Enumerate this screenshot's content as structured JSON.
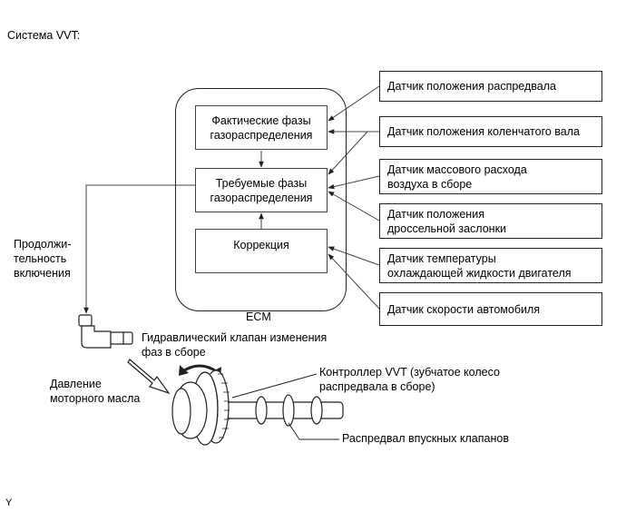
{
  "title": "Система VVT:",
  "ecm": {
    "label": "ECM",
    "actual": "Фактические фазы\nгазораспределения",
    "target": "Требуемые фазы\nгазораспределения",
    "correction": "Коррекция"
  },
  "sensors": [
    "Датчик положения распредвала",
    "Датчик положения коленчатого вала",
    "Датчик массового расхода\nвоздуха в сборе",
    "Датчик положения\nдроссельной заслонки",
    "Датчик температуры\nохлаждающей жидкости двигателя",
    "Датчик скорости автомобиля"
  ],
  "labels": {
    "duty": "Продолжи-\nтельность\nвключения",
    "ocv": "Гидравлический клапан изменения\nфаз в сборе",
    "oil": "Давление\nмоторного масла",
    "controller": "Контроллер VVT (зубчатое колесо\nраспредвала в сборе)",
    "camshaft": "Распредвал впускных клапанов"
  },
  "footer": "Y"
}
